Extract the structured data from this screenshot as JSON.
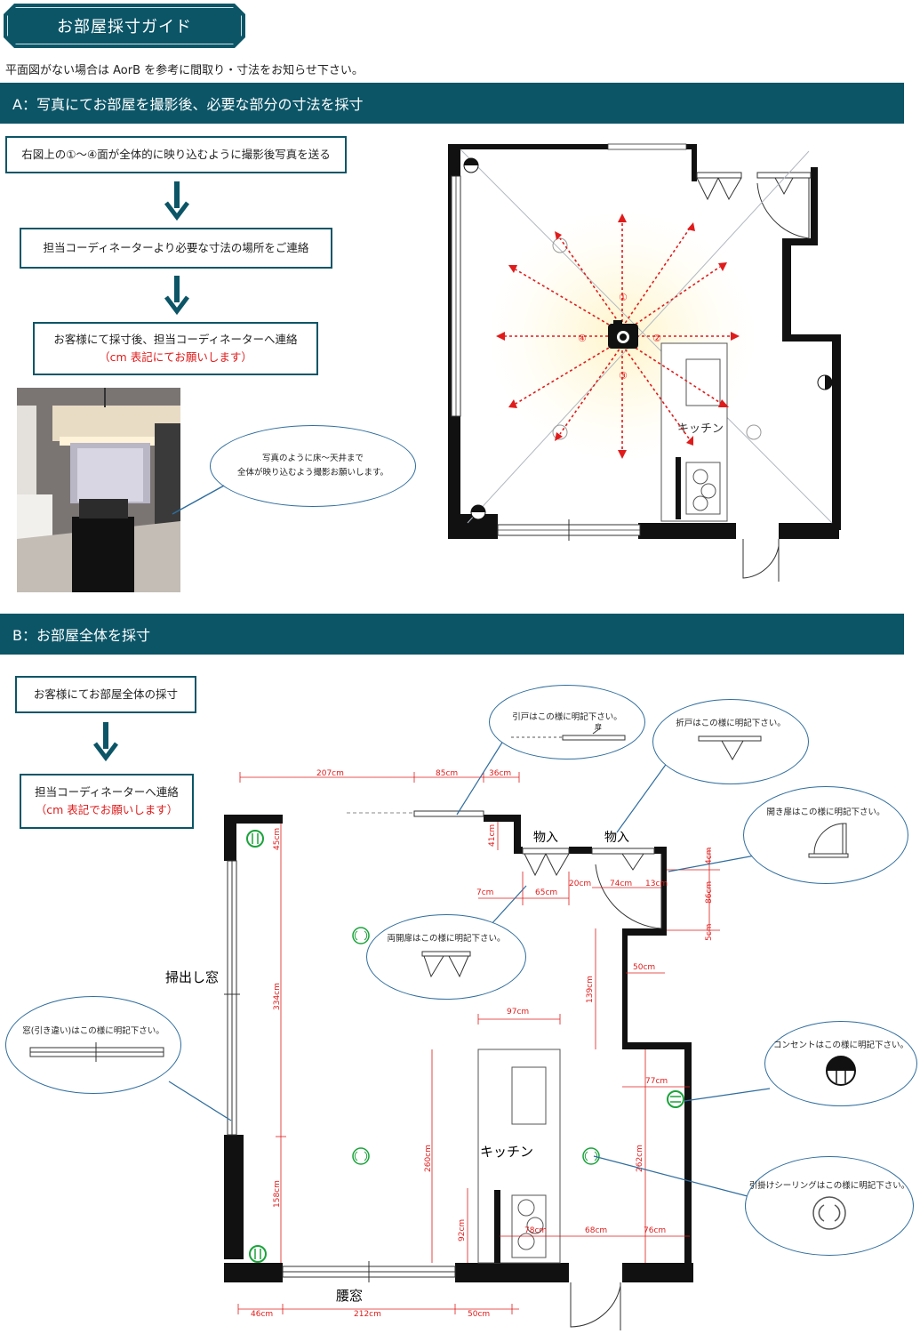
{
  "header": {
    "title": "お部屋採寸ガイド",
    "intro": "平面図がない場合は AorB を参考に間取り・寸法をお知らせ下さい。"
  },
  "section_a": {
    "heading": "A：写真にてお部屋を撮影後、必要な部分の寸法を採寸",
    "step1": "右図上の①〜④面が全体的に映り込むように撮影後写真を送る",
    "step2": "担当コーディネーターより必要な寸法の場所をご連絡",
    "step3": "お客様にて採寸後、担当コーディネーターへ連絡",
    "step3_note": "（cm 表記にてお願いします）",
    "bubble_line1": "写真のように床〜天井まで",
    "bubble_line2": "全体が映り込むよう撮影お願いします。",
    "plan": {
      "markers": [
        "①",
        "②",
        "③",
        "④"
      ],
      "kitchen_label": "キッチン"
    }
  },
  "section_b": {
    "heading": "B：お部屋全体を採寸",
    "step1": "お客様にてお部屋全体の採寸",
    "step2": "担当コーディネーターへ連絡",
    "step2_note": "（cm 表記でお願いします）",
    "labels": {
      "storage1": "物入",
      "storage2": "物入",
      "sweep_window": "掃出し窓",
      "waist_window": "腰窓",
      "kitchen": "キッチン"
    },
    "bubbles": {
      "sliding_door": "引戸はこの様に明記下さい。",
      "door_label": "扉",
      "folding_door": "折戸はこの様に明記下さい。",
      "hinged_door": "開き扉はこの様に明記下さい。",
      "double_door": "両開扉はこの様に明記下さい。",
      "window": "窓(引き違い)はこの様に明記下さい。",
      "outlet": "コンセントはこの様に明記下さい。",
      "ceiling": "引掛けシーリングはこの様に明記下さい。"
    },
    "dimensions": {
      "top_a": "207cm",
      "top_b": "85cm",
      "top_c": "36cm",
      "d_41": "41cm",
      "d_45": "45cm",
      "d_7": "7cm",
      "d_65": "65cm",
      "d_20": "20cm",
      "d_74": "74cm",
      "d_13": "13cm",
      "d_4": "4cm",
      "d_86": "86cm",
      "d_5": "5cm",
      "d_50r": "50cm",
      "d_139": "139cm",
      "d_97": "97cm",
      "d_334": "334cm",
      "d_158": "158cm",
      "d_260": "260cm",
      "d_92": "92cm",
      "d_77": "77cm",
      "d_262": "262cm",
      "d_78": "78cm",
      "d_68": "68cm",
      "d_76": "76cm",
      "bot_a": "46cm",
      "bot_b": "212cm",
      "bot_c": "50cm"
    }
  },
  "colors": {
    "band": "#0b5567",
    "accent_red": "#e01b1b",
    "outlet_green": "#1aa33b",
    "bubble_line": "#2f6d9e"
  }
}
